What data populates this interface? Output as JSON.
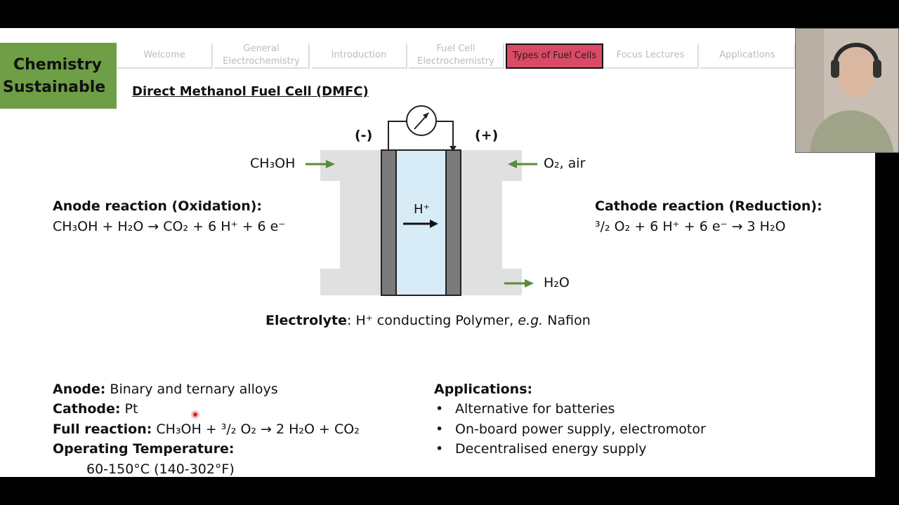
{
  "brand": {
    "line1": "Chemistry",
    "line2": "Sustainable"
  },
  "nav": {
    "tabs": [
      {
        "label": "Welcome",
        "active": false
      },
      {
        "label": "General Electrochemistry",
        "active": false
      },
      {
        "label": "Introduction",
        "active": false
      },
      {
        "label": "Fuel Cell Electrochemistry",
        "active": false
      },
      {
        "label": "Types of Fuel Cells",
        "active": true
      },
      {
        "label": "Focus Lectures",
        "active": false
      },
      {
        "label": "Applications",
        "active": false
      }
    ]
  },
  "slide": {
    "title": "Direct Methanol Fuel Cell (DMFC)",
    "diagram": {
      "minus": "(-)",
      "plus": "(+)",
      "fuel_in": "CH₃OH",
      "oxidant_in": "O₂, air",
      "product_out": "H₂O",
      "proton": "H⁺"
    },
    "anode_reaction": {
      "label": "Anode reaction (Oxidation):",
      "equation": "CH₃OH + H₂O → CO₂ + 6 H⁺ + 6 e⁻"
    },
    "cathode_reaction": {
      "label": "Cathode reaction (Reduction):",
      "equation": "³/₂ O₂ + 6 H⁺ + 6 e⁻ → 3 H₂O"
    },
    "electrolyte": {
      "label": "Electrolyte",
      "text_a": ": H⁺ conducting Polymer, ",
      "eg": "e.g.",
      "text_b": " Nafion"
    },
    "details": {
      "anode_label": "Anode:",
      "anode_value": " Binary and ternary alloys",
      "cathode_label": "Cathode:",
      "cathode_value": " Pt",
      "full_label": "Full reaction:",
      "full_value": " CH₃OH + ³/₂ O₂ → 2 H₂O + CO₂",
      "temp_label": "Operating Temperature:",
      "temp_value": "60-150°C (140-302°F)"
    },
    "applications": {
      "label": "Applications:",
      "items": [
        "Alternative for batteries",
        "On-board power supply, electromotor",
        "Decentralised energy supply"
      ]
    }
  }
}
